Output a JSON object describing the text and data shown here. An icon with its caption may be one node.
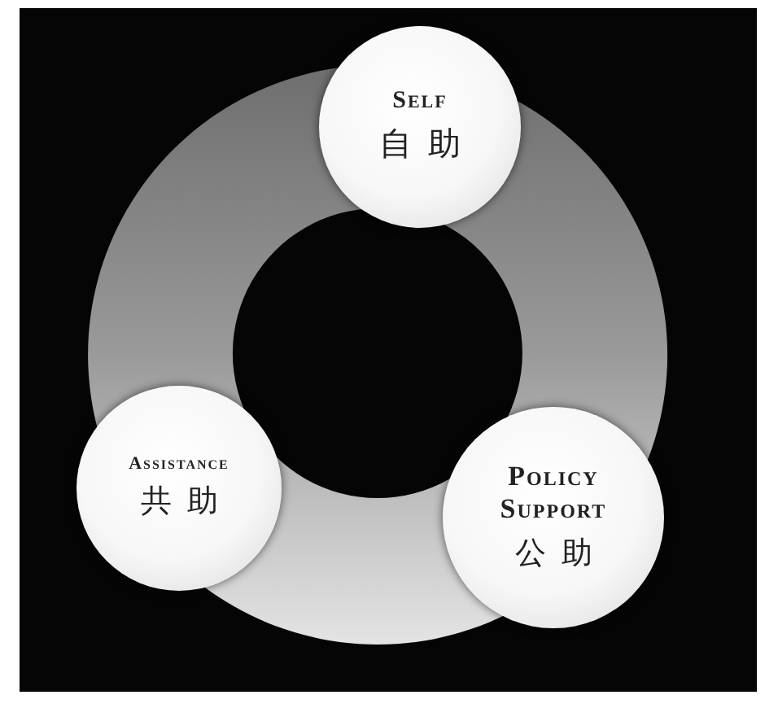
{
  "diagram": {
    "nodes": [
      {
        "text": [
          "Self",
          "自助"
        ]
      },
      {
        "text": [
          "Assistance",
          "共助"
        ]
      },
      {
        "text": [
          "Policy Support",
          "公助"
        ]
      }
    ]
  }
}
